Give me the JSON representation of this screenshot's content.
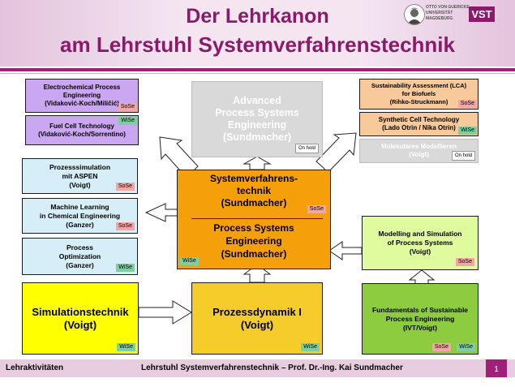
{
  "header": {
    "title_line1": "Der Lehrkanon",
    "title_line2": "am Lehrstuhl Systemverfahrenstechnik",
    "logo_text_1": "OTTO VON GUERICKE",
    "logo_text_2": "UNIVERSITÄT",
    "logo_text_3": "MAGDEBURG",
    "vst": "VST"
  },
  "boxes": {
    "electrochemical": {
      "title": "Electrochemical Process Engineering\n(Vidaković-Koch/Miličić)",
      "badge": "SoSe"
    },
    "fuelcell": {
      "title": "Fuel Cell Technology\n(Vidaković-Koch/Sorrentino)",
      "badge": "WiSe"
    },
    "aspen": {
      "title": "Prozesssimulation\nmit ASPEN\n(Voigt)",
      "badge": "SoSe"
    },
    "ml": {
      "title": "Machine Learning\nin Chemical Engineering\n(Ganzer)",
      "badge": "SoSe"
    },
    "optimization": {
      "title": "Process\nOptimization\n(Ganzer)",
      "badge": "WiSe"
    },
    "advanced": {
      "title": "Advanced\nProcess Systems\nEngineering\n(Sundmacher)",
      "badge": "On hold"
    },
    "center_top": {
      "title": "Systemverfahrens-\ntechnik\n(Sundmacher)",
      "badge": "SoSe"
    },
    "center_bottom": {
      "title": "Process Systems\nEngineering\n(Sundmacher)",
      "badge": "WiSe"
    },
    "lca": {
      "title": "Sustainability Assessment (LCA)\nfor Biofuels\n(Rihko-Struckmann)",
      "badge": "SoSe"
    },
    "synthetic": {
      "title": "Synthetic Cell Technology\n(Lado Otrin / Nika Otrin)",
      "badge": "WiSe"
    },
    "molekular": {
      "title": "Molekulares Modellieren\n(Voigt)",
      "badge": "On hold"
    },
    "modelling": {
      "title": "Modelling and Simulation\nof Process Systems\n(Voigt)",
      "badge": "SoSe"
    },
    "simulation": {
      "title": "Simulationstechnik\n(Voigt)",
      "badge": "WiSe"
    },
    "prozessdynamik": {
      "title": "Prozessdynamik I\n(Voigt)",
      "badge": "WiSe"
    },
    "fundamentals": {
      "title": "Fundamentals of Sustainable\nProcess Engineering\n(IVT/Voigt)",
      "badge1": "SoSe",
      "badge2": "WiSe"
    }
  },
  "footer": {
    "left": "Lehraktivitäten",
    "center": "Lehrstuhl Systemverfahrenstechnik – Prof. Dr.-Ing. Kai Sundmacher",
    "page": "1"
  }
}
